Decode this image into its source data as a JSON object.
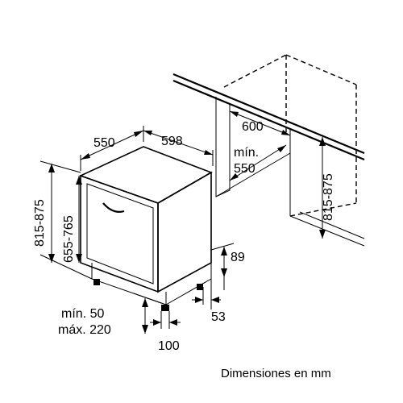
{
  "labels": {
    "depth": "550",
    "width": "598",
    "niche_width": "600",
    "niche_depth_min_prefix": "mín.",
    "niche_depth_min_value": "550",
    "total_height": "815-875",
    "body_height": "655-765",
    "niche_height": "815-875",
    "plinth_height": "89",
    "foot_setback": "53",
    "plinth_min": "mín. 50",
    "plinth_max": "máx. 220",
    "foot_depth": "100"
  },
  "caption": "Dimensiones en mm"
}
